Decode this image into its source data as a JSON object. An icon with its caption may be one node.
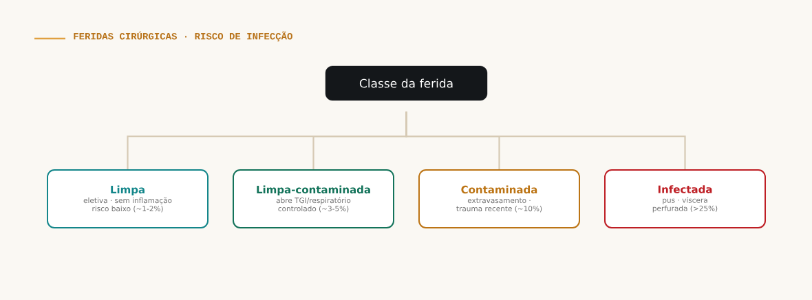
{
  "diagram": {
    "title": "FERIDAS CIRÚRGICAS · RISCO DE INFECÇÃO",
    "nodes": [
      {
        "text": [
          "Classe da ferida"
        ]
      },
      {
        "text": [
          "Limpa",
          "eletiva · sem inflamação risco baixo (~1-2%)"
        ]
      },
      {
        "text": [
          "Limpa-contaminada",
          "abre TGI/respiratório controlado (~3-5%)"
        ]
      },
      {
        "text": [
          "Contaminada",
          "extravasamento · trauma recente (~10%)"
        ]
      },
      {
        "text": [
          "Infectada",
          "pus · víscera perfurada (>25%)"
        ]
      }
    ],
    "edges": [
      {
        "from": 0,
        "to": 1,
        "arrow": "none"
      },
      {
        "from": 0,
        "to": 2,
        "arrow": "none"
      },
      {
        "from": 0,
        "to": 3,
        "arrow": "none"
      },
      {
        "from": 0,
        "to": 4,
        "arrow": "none"
      }
    ]
  }
}
